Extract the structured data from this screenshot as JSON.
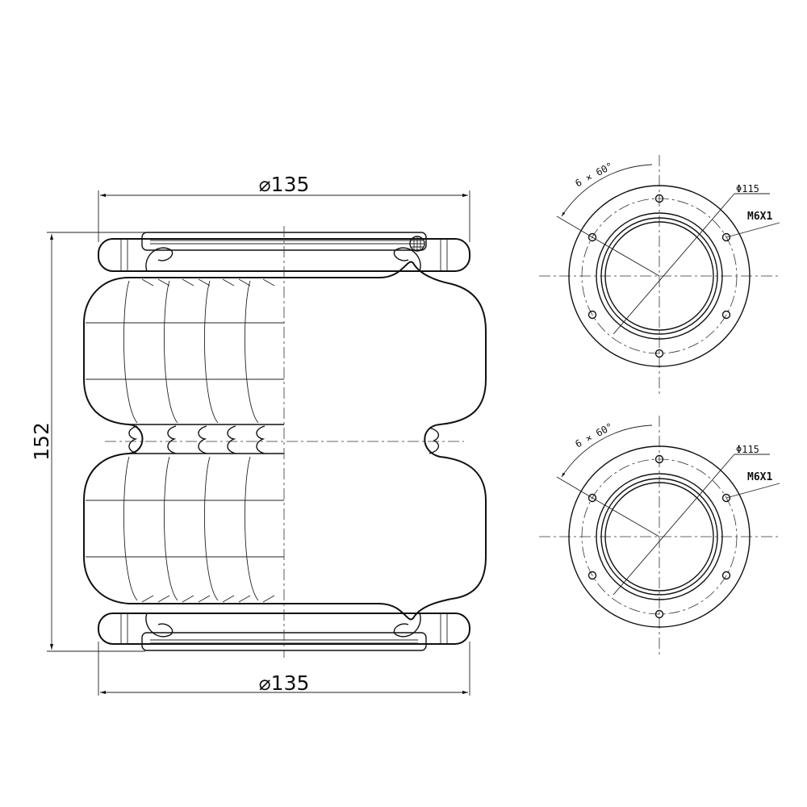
{
  "side_view": {
    "top_diameter": "⌀135",
    "bottom_diameter": "⌀135",
    "height": "152"
  },
  "plan_views": [
    {
      "bolt_angle": "6 × 60°",
      "bolt_circle": "Φ115",
      "thread": "M6X1"
    },
    {
      "bolt_angle": "6 × 60°",
      "bolt_circle": "Φ115",
      "thread": "M6X1"
    }
  ]
}
